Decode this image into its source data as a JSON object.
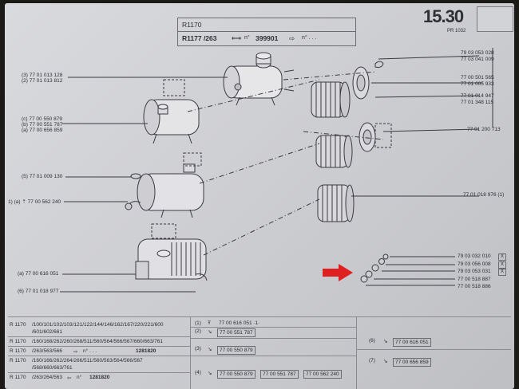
{
  "page": {
    "number": "15.30",
    "ref": "PR 1032"
  },
  "header": {
    "row1": "R1170",
    "row2_model": "R1177 /263",
    "row2_symbol": "n°",
    "row2_serial": "399901",
    "row2_arrow": "⇨",
    "row2_tail": "n° . . ."
  },
  "left_labels": [
    {
      "l1": "(3) 77 01 013 128",
      "l2": "(2) 77 01 013 812"
    },
    {
      "l1": "(c) 77 00 550 879",
      "l2": "(b) 77 00 551 787",
      "l3": "(a) 77 00 656 859"
    },
    {
      "l1": "(5) 77 01 009 130"
    },
    {
      "l1": "1) (a) ⇡ 77 00 562 240"
    },
    {
      "l1": "(a) 77 00 616 051"
    },
    {
      "l1": "(6) 77 01 018 977"
    }
  ],
  "right_labels": [
    {
      "l1": "79 03 053 028",
      "l2": "77 03 041 009"
    },
    {
      "l1": "77 00 501 565",
      "l2": "77 01 005 933"
    },
    {
      "l1": "77 01 014 947",
      "l2": "77 01 348 115"
    },
    {
      "l1": "77 01 200 713"
    },
    {
      "l1": "77 01 018 976 (1)"
    }
  ],
  "small_parts": [
    "79 03 032 010",
    "79 03 056 008",
    "79 03 053 031",
    "77 00 518 887",
    "77 00 518 886"
  ],
  "small_parts_marks": [
    "X",
    "X",
    "X"
  ],
  "table_left": {
    "rows": [
      {
        "model": "R 1170",
        "codes": "/100/101/102/103/121/122/144/146/162/167/220/221/600"
      },
      {
        "model": "",
        "codes": "/601/602/661"
      },
      {
        "model": "R 1170",
        "codes": "/160/168/262/260/268/511/560/564/566/567/660/663/761"
      },
      {
        "model": "R 1170",
        "codes": "/263/563/566",
        "arrow": "⇨",
        "extra": "n° . . .",
        "serial": "1281820"
      },
      {
        "model": "R 1170",
        "codes": "/160/166/262/264/266/511/560/563/564/566/567"
      },
      {
        "model": "",
        "codes": "/568/660/663/761"
      },
      {
        "model": "R 1170",
        "codes": "/263/264/563",
        "arrow": "⇦",
        "extra": "n°",
        "serial": "1281820"
      }
    ]
  },
  "table_middle": {
    "rows": [
      {
        "idx": "(1)",
        "mark": "Ŧ",
        "part": "77 00 616 051 ·1·"
      },
      {
        "idx": "(2)",
        "mark": "↘",
        "part": "77 00 551 787"
      },
      {
        "idx": "(3)",
        "mark": "↘",
        "part": "77 00 550 879"
      },
      {
        "idx": "(4)",
        "mark": "↘",
        "parts": [
          "77 00 550 879",
          "77 00 551 787",
          "77 00 562 240"
        ]
      }
    ]
  },
  "table_right": {
    "rows": [
      {
        "idx": "(6)",
        "mark": "↘",
        "part": "77 00 616 051"
      },
      {
        "idx": "(7)",
        "mark": "↘",
        "part": "77 00 656 859"
      }
    ]
  },
  "colors": {
    "paper": "#cfd0d4",
    "ink": "#2d2d33",
    "pointer_arrow": "#e02020"
  }
}
